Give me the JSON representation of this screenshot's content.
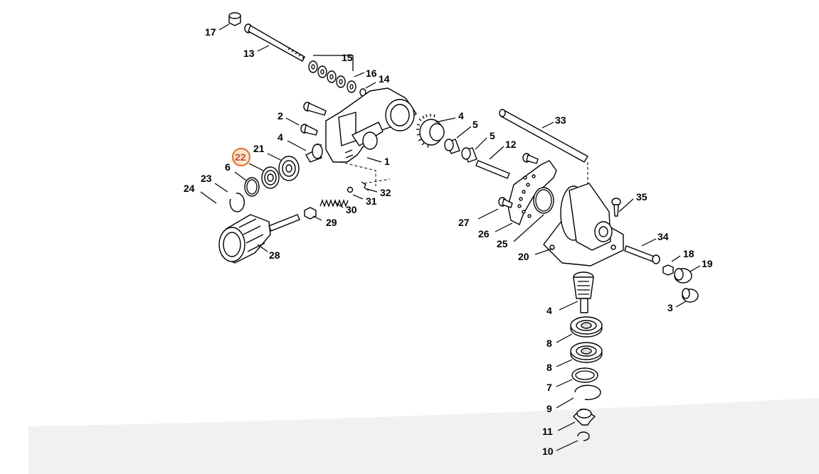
{
  "diagram": {
    "highlight_color": "#e8762c",
    "highlighted_callout": "22",
    "callouts": [
      {
        "id": "c17",
        "label": "17"
      },
      {
        "id": "c13",
        "label": "13"
      },
      {
        "id": "c15",
        "label": "15"
      },
      {
        "id": "c16",
        "label": "16"
      },
      {
        "id": "c14",
        "label": "14"
      },
      {
        "id": "c2",
        "label": "2"
      },
      {
        "id": "c4a",
        "label": "4"
      },
      {
        "id": "c21",
        "label": "21"
      },
      {
        "id": "c22",
        "label": "22"
      },
      {
        "id": "c6",
        "label": "6"
      },
      {
        "id": "c23",
        "label": "23"
      },
      {
        "id": "c24",
        "label": "24"
      },
      {
        "id": "c1",
        "label": "1"
      },
      {
        "id": "c32",
        "label": "32"
      },
      {
        "id": "c31",
        "label": "31"
      },
      {
        "id": "c30",
        "label": "30"
      },
      {
        "id": "c29",
        "label": "29"
      },
      {
        "id": "c28",
        "label": "28"
      },
      {
        "id": "c4b",
        "label": "4"
      },
      {
        "id": "c5a",
        "label": "5"
      },
      {
        "id": "c5b",
        "label": "5"
      },
      {
        "id": "c12",
        "label": "12"
      },
      {
        "id": "c33",
        "label": "33"
      },
      {
        "id": "c27",
        "label": "27"
      },
      {
        "id": "c26",
        "label": "26"
      },
      {
        "id": "c25",
        "label": "25"
      },
      {
        "id": "c20",
        "label": "20"
      },
      {
        "id": "c35",
        "label": "35"
      },
      {
        "id": "c34",
        "label": "34"
      },
      {
        "id": "c18",
        "label": "18"
      },
      {
        "id": "c19",
        "label": "19"
      },
      {
        "id": "c3",
        "label": "3"
      },
      {
        "id": "c4c",
        "label": "4"
      },
      {
        "id": "c8a",
        "label": "8"
      },
      {
        "id": "c8b",
        "label": "8"
      },
      {
        "id": "c7",
        "label": "7"
      },
      {
        "id": "c9",
        "label": "9"
      },
      {
        "id": "c11",
        "label": "11"
      },
      {
        "id": "c10",
        "label": "10"
      }
    ]
  }
}
